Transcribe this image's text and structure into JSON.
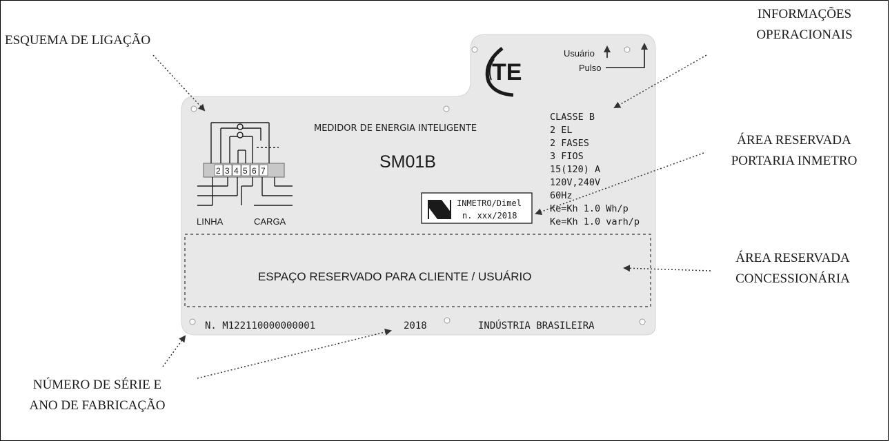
{
  "callouts": {
    "wiring_scheme": "ESQUEMA DE LIGAÇÃO",
    "operational_info_line1": "INFORMAÇÕES",
    "operational_info_line2": "OPERACIONAIS",
    "inmetro_area_line1": "ÁREA RESERVADA",
    "inmetro_area_line2": "PORTARIA INMETRO",
    "utility_area_line1": "ÁREA RESERVADA",
    "utility_area_line2": "CONCESSIONÁRIA",
    "serial_line1": "NÚMERO DE SÉRIE E",
    "serial_line2": "ANO DE FABRICAÇÃO"
  },
  "plate": {
    "logo_text": "TE",
    "pulse_labels": {
      "user": "Usuário",
      "pulse": "Pulso"
    },
    "meter_title": "MEDIDOR DE ENERGIA INTELIGENTE",
    "model": "SM01B",
    "terminal_numbers": [
      "2",
      "3",
      "4",
      "5",
      "6",
      "7"
    ],
    "line_label": "LINHA",
    "load_label": "CARGA",
    "specs": [
      "CLASSE B",
      "2 EL",
      "2 FASES",
      "3 FIOS",
      "15(120) A",
      "120V,240V",
      "60Hz",
      "Ke=Kh 1.0 Wh/p",
      "Ke=Kh 1.0 varh/p"
    ],
    "inmetro": {
      "line1": "INMETRO/Dimel",
      "line2": "n. xxx/2018"
    },
    "reserved_space": "ESPAÇO RESERVADO PARA CLIENTE / USUÁRIO",
    "serial_number": "N. M122110000000001",
    "year": "2018",
    "made_in": "INDÚSTRIA BRASILEIRA"
  }
}
